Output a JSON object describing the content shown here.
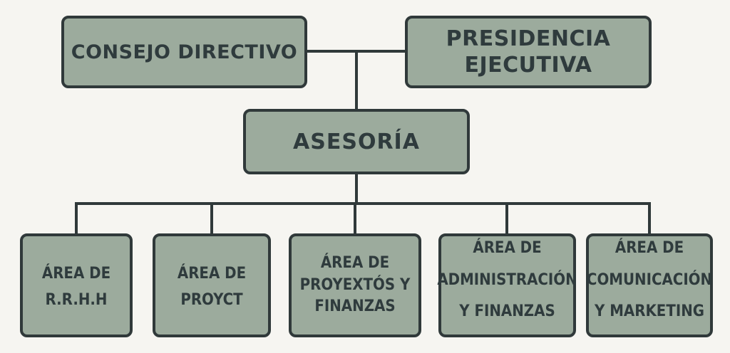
{
  "chart": {
    "top": {
      "consejo": "CONSEJO DIRECTIVO",
      "presidencia": [
        "PRESIDENCIA",
        "EJECUTIVA"
      ]
    },
    "middle": {
      "asesoria": "ASESORÍA"
    },
    "areas": {
      "rrhh": [
        "ÁREA DE",
        "R.R.H.H"
      ],
      "proyct": [
        "ÁREA DE",
        "PROYCT"
      ],
      "proyectos_finanzas": [
        "ÁREA DE",
        "PROYEXTÓS Y",
        "FINANZAS"
      ],
      "administracion": [
        "ÁREA DE",
        "ADMINISTRACIÓN",
        "Y FINANZAS"
      ],
      "comunicacion": [
        "ÁREA DE",
        "COMUNICACIÓN",
        "Y MARKETING"
      ]
    }
  },
  "colors": {
    "box_fill": "#9cab9d",
    "box_border": "#30393a",
    "text": "#2f3b3d",
    "background": "#f6f5f1"
  }
}
